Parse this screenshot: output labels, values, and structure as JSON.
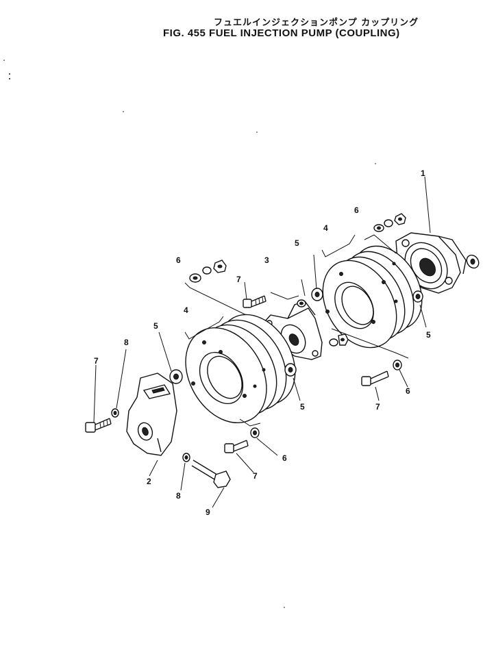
{
  "header": {
    "title_jp": "フュエルインジェクションポンプ カップリング",
    "title_en": "FIG. 455  FUEL INJECTION PUMP (COUPLING)"
  },
  "callouts": {
    "c1": "1",
    "c2": "2",
    "c3": "3",
    "c4a": "4",
    "c4b": "4",
    "c5a": "5",
    "c5b": "5",
    "c5c": "5",
    "c5d": "5",
    "c6a": "6",
    "c6b": "6",
    "c6c": "6",
    "c6d": "6",
    "c7a": "7",
    "c7b": "7",
    "c7c": "7",
    "c7d": "7",
    "c8a": "8",
    "c8b": "8",
    "c9": "9"
  }
}
